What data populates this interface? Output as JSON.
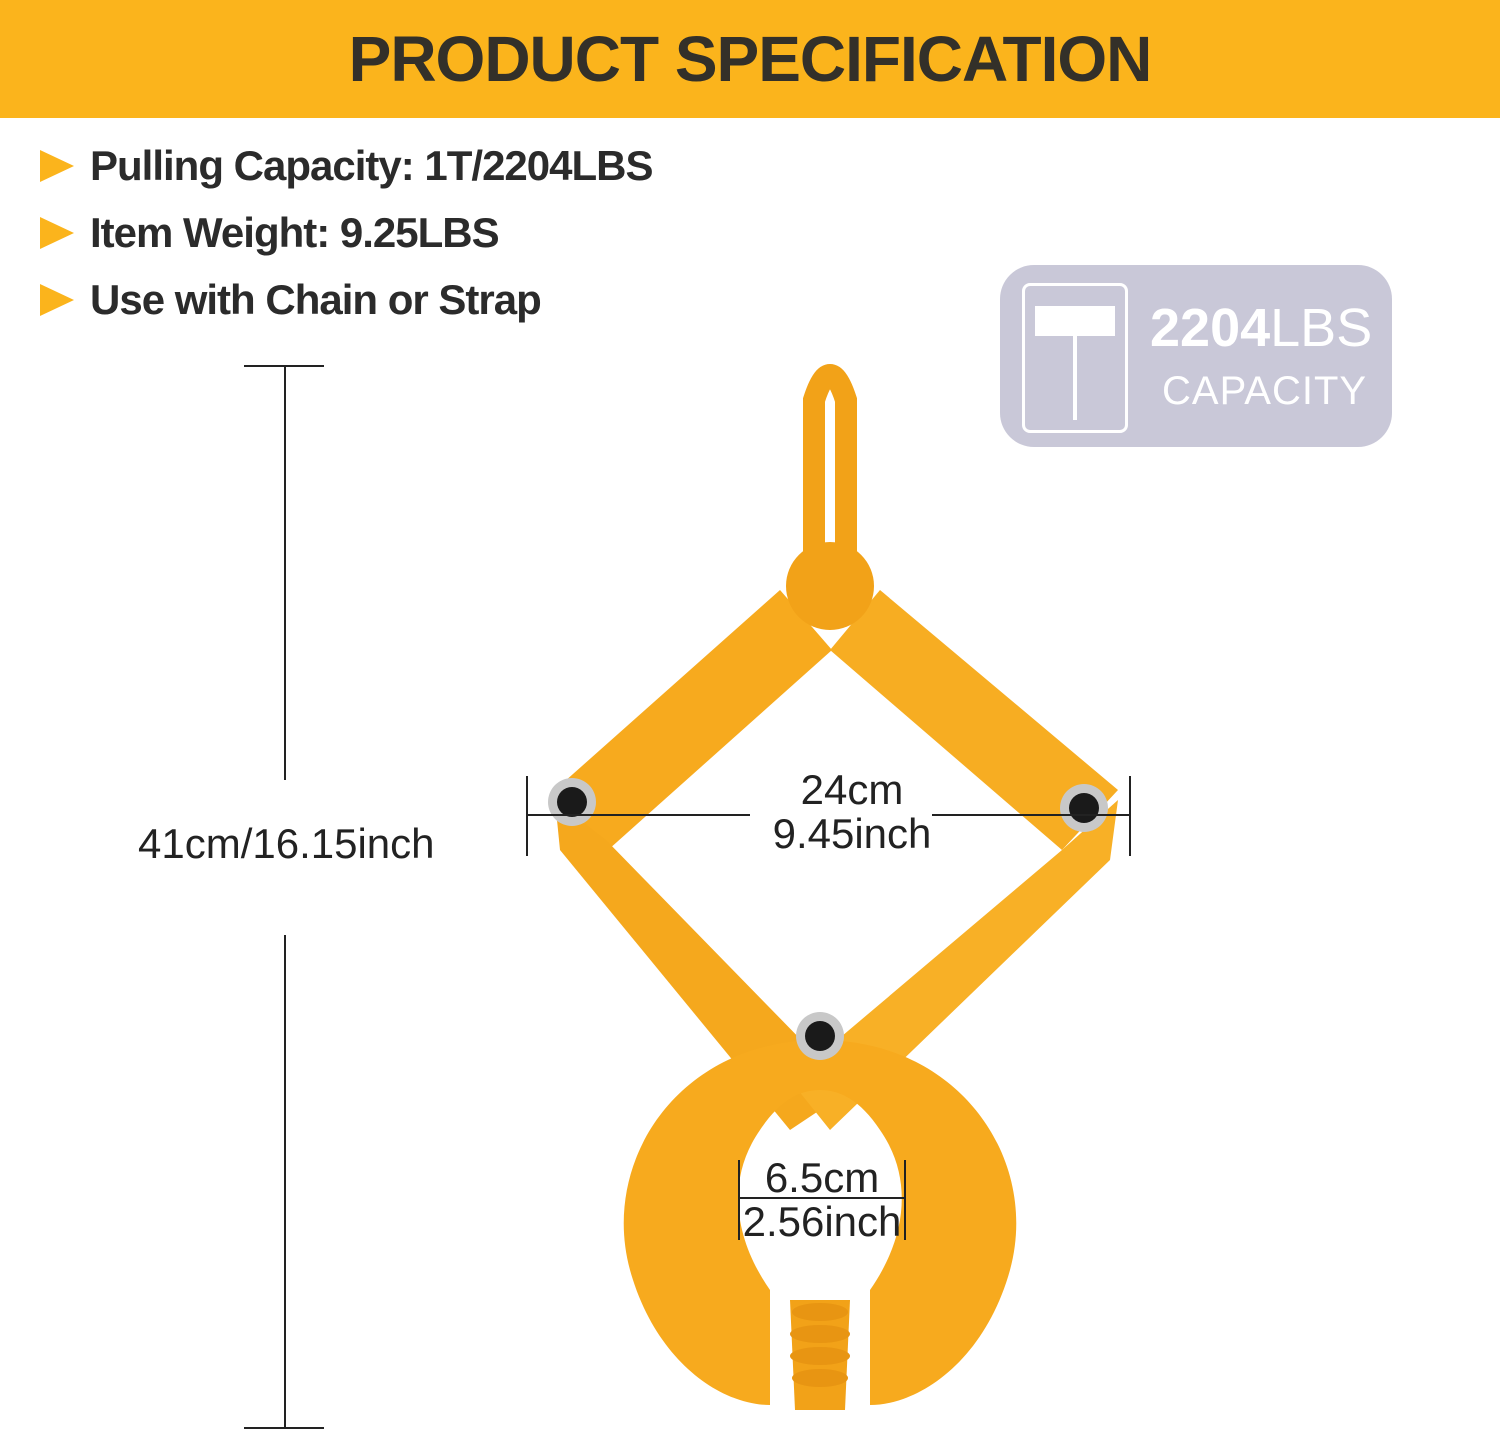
{
  "header": {
    "title": "PRODUCT SPECIFICATION"
  },
  "specs": [
    {
      "text": "Pulling Capacity: 1T/2204LBS"
    },
    {
      "text": "Item Weight: 9.25LBS"
    },
    {
      "text": "Use with Chain or Strap"
    }
  ],
  "badge": {
    "amount": "2204",
    "unit": "LBS",
    "label": "CAPACITY",
    "icon": "weight-plate-icon"
  },
  "dimensions": {
    "height": "41cm/16.15inch",
    "width_cm": "24cm",
    "width_in": "9.45inch",
    "jaw_cm": "6.5cm",
    "jaw_in": "2.56inch"
  },
  "colors": {
    "accent": "#fbb41c",
    "product": "#f7aa1e",
    "badge": "#c9c8d8"
  }
}
